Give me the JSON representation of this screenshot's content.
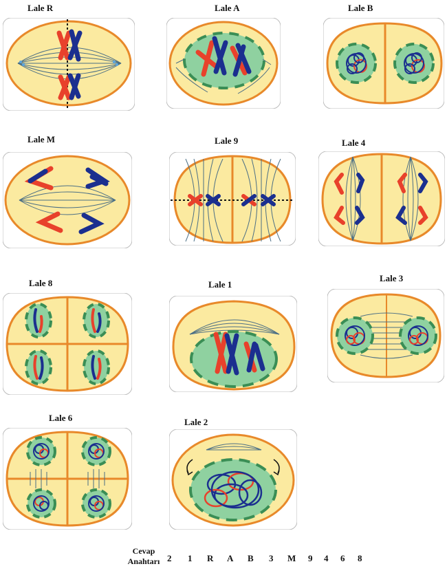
{
  "labels": {
    "R": "Lale R",
    "A": "Lale A",
    "B": "Lale B",
    "M": "Lale M",
    "L9": "Lale 9",
    "L4": "Lale 4",
    "L8": "Lale 8",
    "L1": "Lale 1",
    "L3": "Lale 3",
    "L6": "Lale 6",
    "L2": "Lale 2"
  },
  "answer_key": {
    "title_line1": "Cevap",
    "title_line2": "Anahtarı",
    "items": [
      "2",
      "1",
      "R",
      "A",
      "B",
      "3",
      "M",
      "9",
      "4",
      "6",
      "8"
    ]
  },
  "colors": {
    "cell_fill": "#fbeaa0",
    "cell_border": "#e8892a",
    "nucleus_fill": "#8fd1a0",
    "nucleus_dash": "#3a8e55",
    "spindle": "#4a6e85",
    "chrom_red": "#e8412b",
    "chrom_blue": "#1b2f8f"
  }
}
